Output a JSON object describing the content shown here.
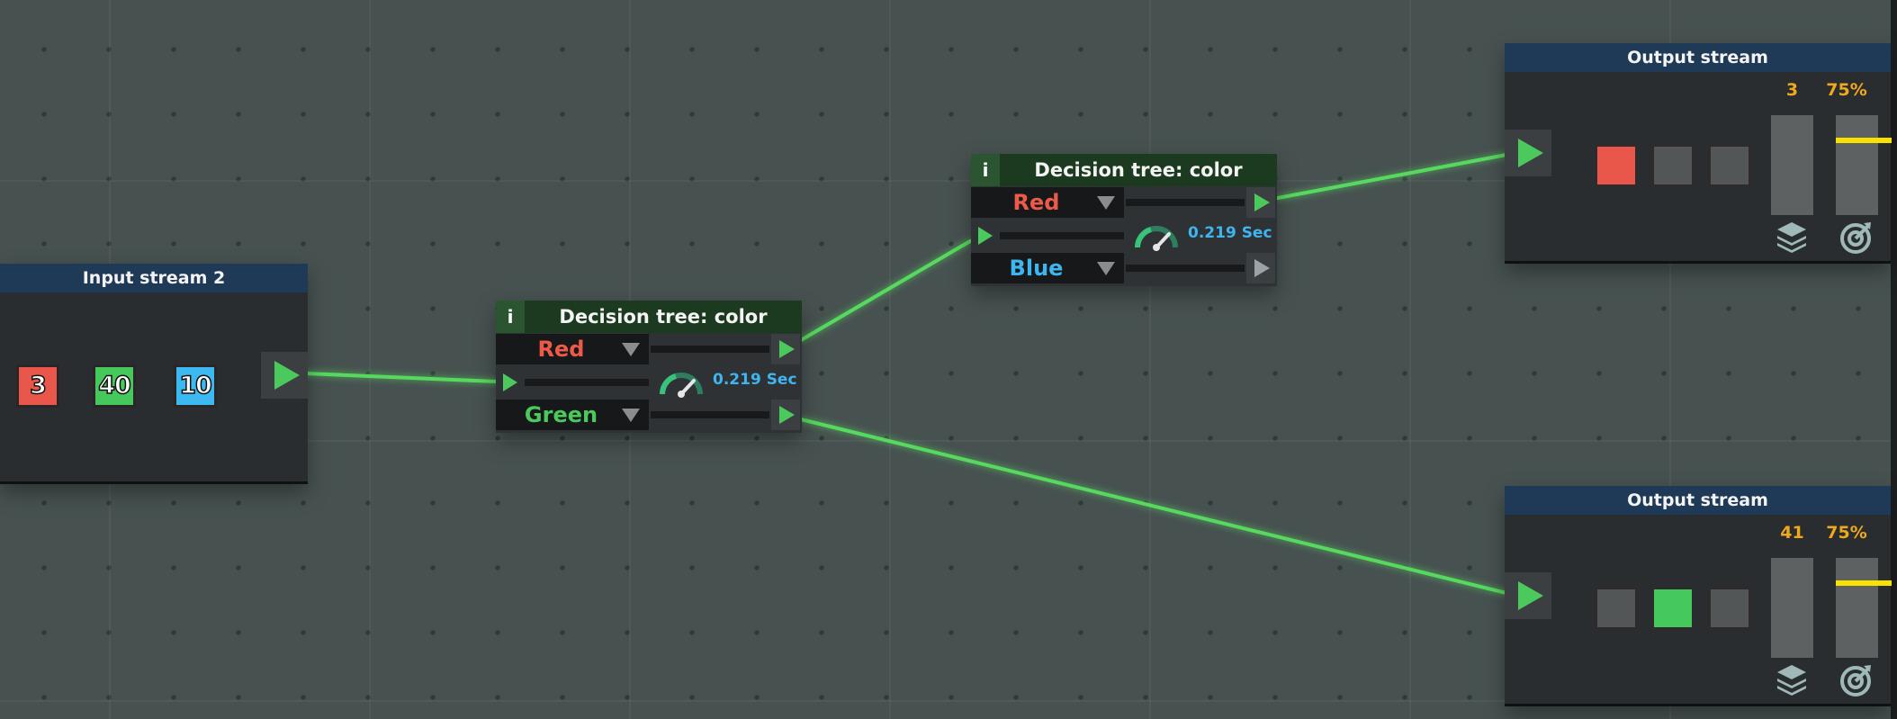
{
  "input_node": {
    "title": "Input stream 2",
    "blocks": [
      {
        "value": "3",
        "color": "#e8574a"
      },
      {
        "value": "40",
        "color": "#45c95d"
      },
      {
        "value": "10",
        "color": "#3cb9f0"
      }
    ]
  },
  "decision_nodes": [
    {
      "info": "i",
      "title": "Decision tree: color",
      "option_a": {
        "label": "Red",
        "color": "#ec5a4a"
      },
      "option_b": {
        "label": "Green",
        "color": "#4cc95c"
      },
      "speed": "0.219 Sec"
    },
    {
      "info": "i",
      "title": "Decision tree: color",
      "option_a": {
        "label": "Red",
        "color": "#ec5a4a"
      },
      "option_b": {
        "label": "Blue",
        "color": "#3fb5f0"
      },
      "speed": "0.219 Sec"
    }
  ],
  "output_nodes": [
    {
      "title": "Output stream",
      "count": "3",
      "percent": "75%",
      "slots": [
        "#e8574a",
        "empty",
        "empty"
      ],
      "stack_icon": "layers-icon",
      "target_icon": "target-icon"
    },
    {
      "title": "Output stream",
      "count": "41",
      "percent": "75%",
      "slots": [
        "empty",
        "#45c95d",
        "empty"
      ],
      "stack_icon": "layers-icon",
      "target_icon": "target-icon"
    }
  ],
  "colors": {
    "wire": "#56d95e",
    "port_active": "#4cc95c",
    "port_idle": "#9aa3a8",
    "meter_number": "#f0a91b",
    "meter_marker": "#f7e200",
    "header_blue": "#1f3a56",
    "header_green": "#1c3a20"
  }
}
